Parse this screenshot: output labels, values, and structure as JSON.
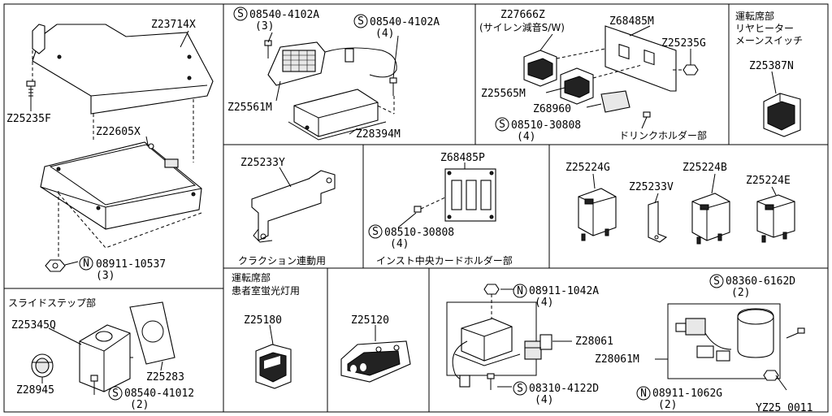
{
  "labels": {
    "z23714x": "Z23714X",
    "z25235f": "Z25235F",
    "z22605x": "Z22605X",
    "n08911_10537": "08911-10537",
    "n08911_10537_qty": "(3)",
    "s08540_4102a_1": "08540-4102A",
    "s08540_4102a_1_qty": "(3)",
    "s08540_4102a_2": "08540-4102A",
    "s08540_4102a_2_qty": "(4)",
    "z25561m": "Z25561M",
    "z28394m": "Z28394M",
    "z27666z": "Z27666Z",
    "z27666z_note": "(サイレン減音S/W)",
    "z68485m": "Z68485M",
    "z25235g": "Z25235G",
    "z25565m": "Z25565M",
    "z68960": "Z68960",
    "s08510_30808_1": "08510-30808",
    "s08510_30808_1_qty": "(4)",
    "drink_holder": "ドリンクホルダー部",
    "rear_heater_1": "運転席部",
    "rear_heater_2": "リヤヒーター",
    "rear_heater_3": "メーンスイッチ",
    "z25387n": "Z25387N",
    "z25233y": "Z25233Y",
    "klaxon": "クラクション連動用",
    "z68485p": "Z68485P",
    "s08510_30808_2": "08510-30808",
    "s08510_30808_2_qty": "(4)",
    "inst_center": "インスト中央カードホルダー部",
    "z25224g": "Z25224G",
    "z25233v": "Z25233V",
    "z25224b": "Z25224B",
    "z25224e": "Z25224E",
    "slide_step": "スライドステップ部",
    "z25345q": "Z25345Q",
    "z28945": "Z28945",
    "z25283": "Z25283",
    "s08540_41012": "08540-41012",
    "s08540_41012_qty": "(2)",
    "patient_1": "運転席部",
    "patient_2": "患者室蛍光灯用",
    "z25180": "Z25180",
    "z25120": "Z25120",
    "n08911_1042a": "08911-1042A",
    "n08911_1042a_qty": "(4)",
    "z28061": "Z28061",
    "s08310_4122d": "08310-4122D",
    "s08310_4122d_qty": "(4)",
    "s08360_6162d": "08360-6162D",
    "s08360_6162d_qty": "(2)",
    "z28061m": "Z28061M",
    "n08911_1062g": "08911-1062G",
    "n08911_1062g_qty": "(2)",
    "sheet_id": "YZ25 0011",
    "sym_s": "S",
    "sym_n": "N"
  }
}
